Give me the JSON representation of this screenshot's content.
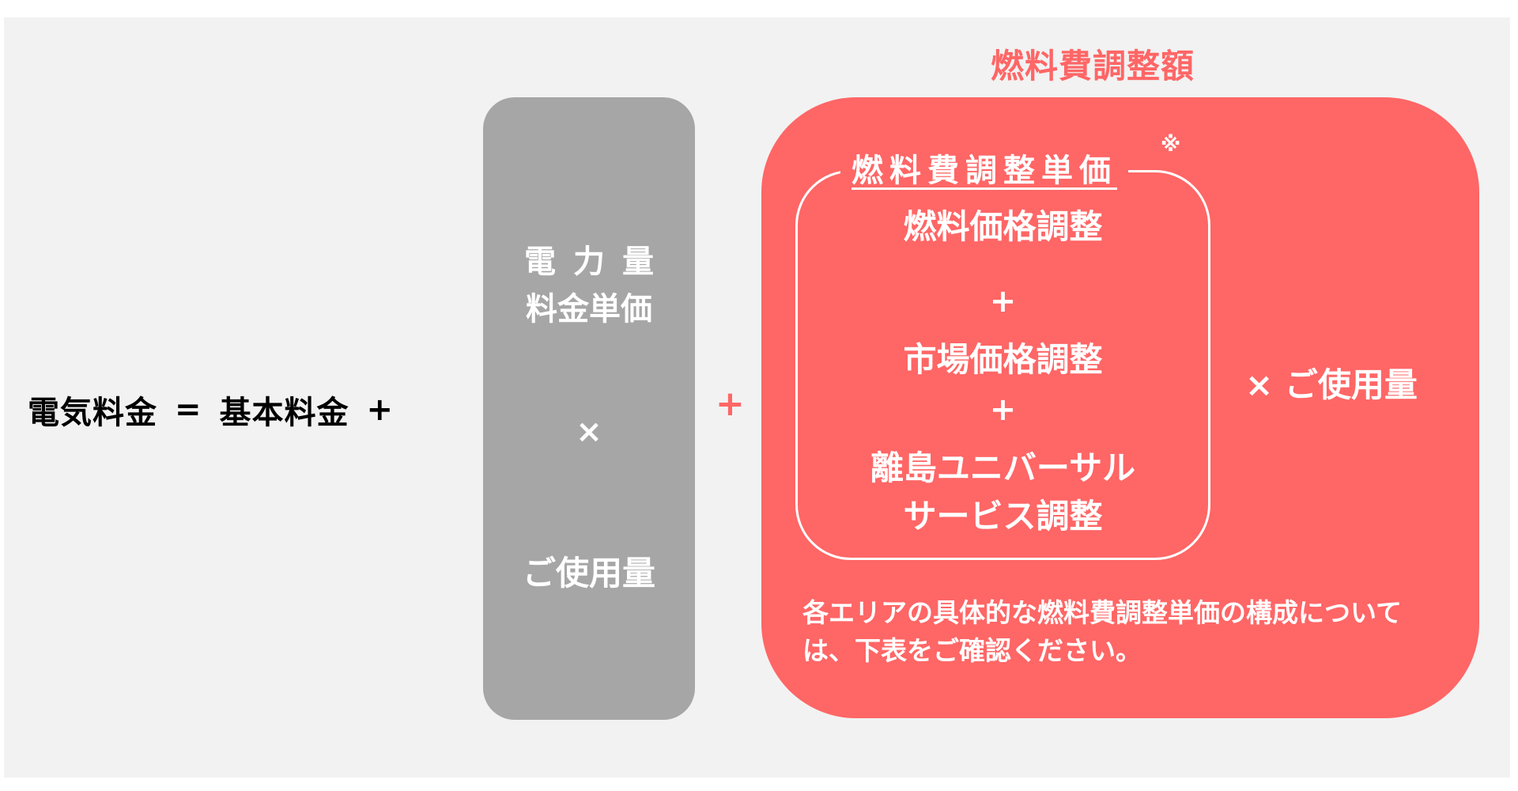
{
  "formula": {
    "total": "電気料金",
    "equals": "=",
    "base_fee": "基本料金",
    "plus": "+"
  },
  "energy_charge": {
    "title_line1": "電力量",
    "title_line2": "料金単価",
    "times": "×",
    "usage": "ご使用量"
  },
  "connector_plus": "+",
  "fuel_adjustment": {
    "title": "燃料費調整額",
    "unit_price_label": "燃料費調整単価",
    "asterisk": "※",
    "components": [
      "燃料価格調整",
      "+",
      "市場価格調整",
      "+",
      "離島ユニバーサル",
      "サービス調整"
    ],
    "times_usage": "× ご使用量",
    "note": "各エリアの具体的な燃料費調整単価の構成については、下表をご確認ください。"
  },
  "colors": {
    "background": "#f2f2f2",
    "gray_box": "#a6a6a6",
    "accent_red": "#ff6666",
    "text_dark": "#000000",
    "text_light": "#ffffff"
  }
}
